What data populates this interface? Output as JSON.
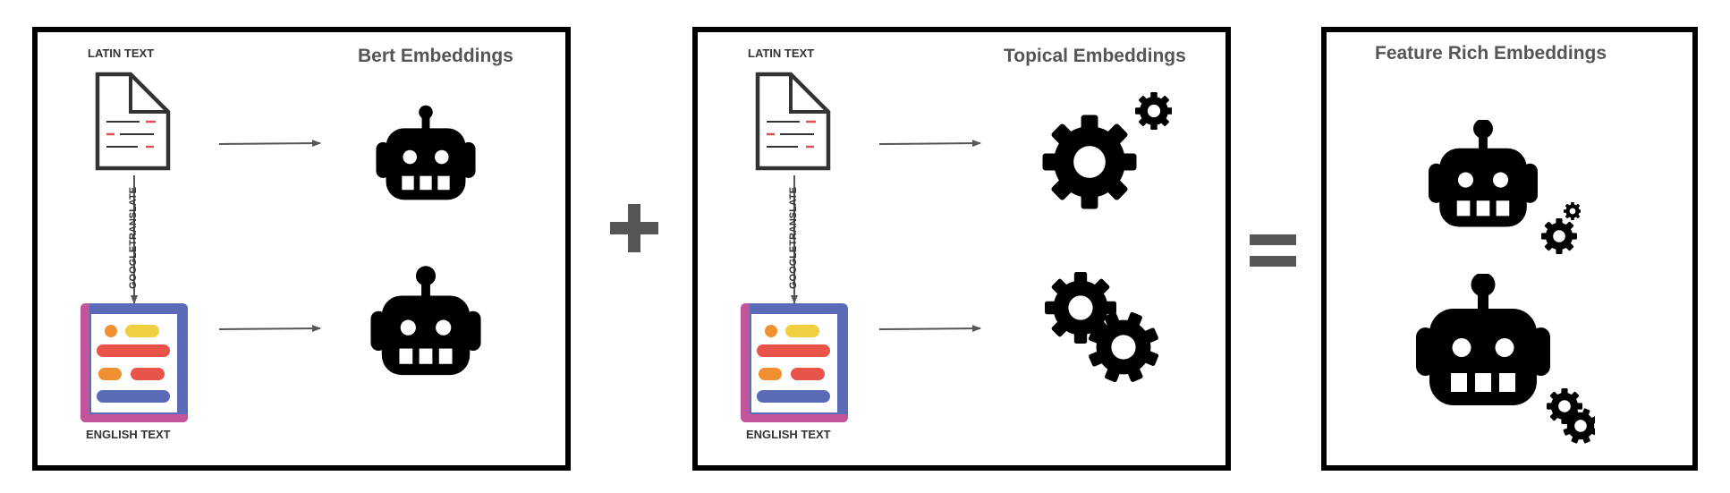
{
  "panel_bert": {
    "title": "Bert Embeddings",
    "latin_label": "LATIN TEXT",
    "translate_label": "GOOGLETRANSLATE",
    "english_label": "ENGLISH TEXT"
  },
  "panel_topical": {
    "title": "Topical Embeddings",
    "latin_label": "LATIN TEXT",
    "translate_label": "GOOGLETRANSLATE",
    "english_label": "ENGLISH TEXT"
  },
  "panel_result": {
    "title": "Feature Rich Embeddings"
  },
  "operators": {
    "plus": "+",
    "equals": "="
  },
  "colors": {
    "border": "#000000",
    "title": "#555555",
    "arrow": "#555555",
    "doc_red": "#e05050",
    "eng_blue": "#5b6bb8",
    "eng_pink": "#c0559a",
    "eng_yellow": "#f0d040",
    "eng_orange": "#f09030",
    "eng_red": "#e8534a"
  },
  "icons": [
    "document-icon",
    "english-text-icon",
    "robot-icon",
    "gear-icon",
    "gears-icon"
  ]
}
